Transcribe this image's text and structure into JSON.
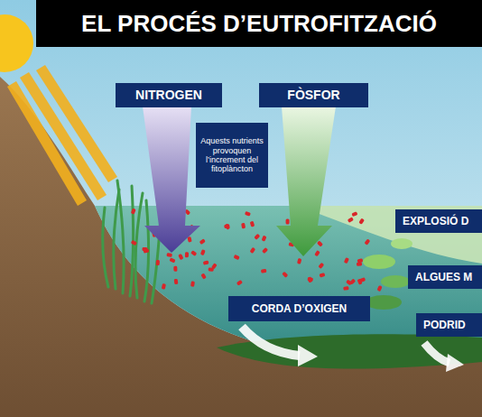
{
  "diagram": {
    "title": "EL PROCÉS D’EUTROFITZACIÓ",
    "nodes": [
      {
        "text": [
          "NITROGEN"
        ]
      },
      {
        "text": [
          "FÒSFOR"
        ]
      },
      {
        "text": [
          "Aquests nutrients provoquen l’increment del fitoplàncton"
        ]
      },
      {
        "text": [
          "EXPLOSIÓ D"
        ]
      },
      {
        "text": [
          "ALGUES M"
        ]
      },
      {
        "text": [
          "CORDA D’OXIGEN"
        ]
      },
      {
        "text": [
          "PODRID"
        ]
      }
    ]
  }
}
